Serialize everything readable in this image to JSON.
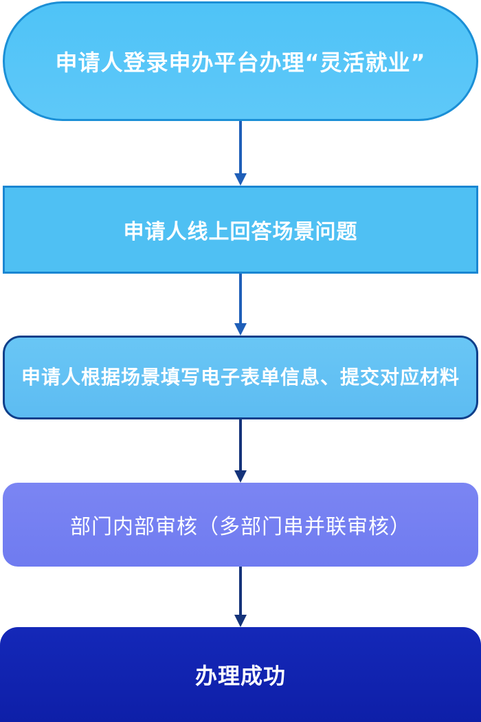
{
  "flowchart": {
    "steps": [
      {
        "label": "申请人登录申办平台办理“灵活就业”"
      },
      {
        "label": "申请人线上回答场景问题"
      },
      {
        "label": "申请人根据场景填写电子表单信息、提交对应材料"
      },
      {
        "label": "部门内部审核（多部门串并联审核）"
      },
      {
        "label": "办理成功"
      }
    ],
    "colors": {
      "terminal_start": "#4fc3f7",
      "process_light": "#4fc0f3",
      "process_form": "#5dbcf2",
      "process_review": "#7b85f3",
      "terminal_end": "#1428b8",
      "arrow": "#1f5fb8"
    }
  }
}
